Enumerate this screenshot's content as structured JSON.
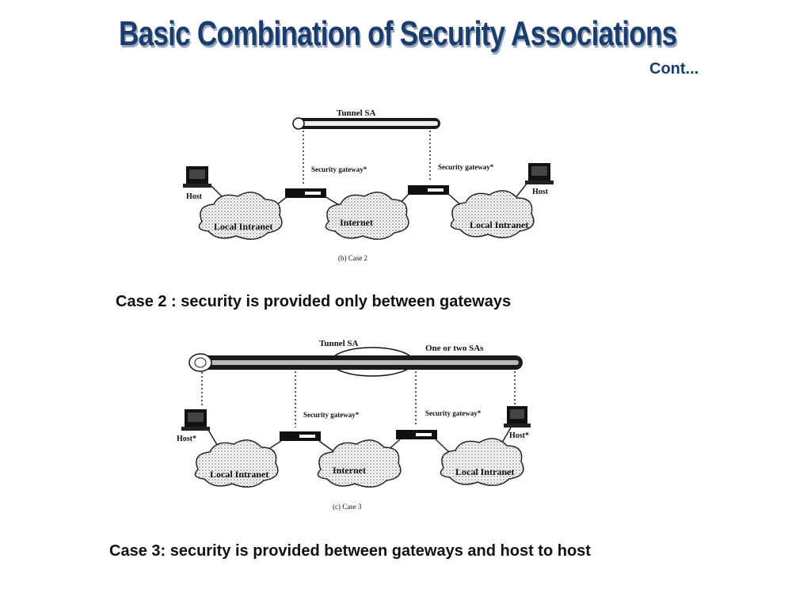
{
  "title": "Basic Combination of Security Associations",
  "title_suffix": "Cont...",
  "case2": {
    "caption": "Case 2 : security is provided only between gateways",
    "tunnel_label": "Tunnel SA",
    "left_host": "Host",
    "right_host": "Host",
    "left_gateway": "Security gateway*",
    "right_gateway": "Security gateway*",
    "left_cloud": "Local Intranet",
    "center_cloud": "Internet",
    "right_cloud": "Local Intranet",
    "figure_label": "(b) Case 2"
  },
  "case3": {
    "caption": "Case 3: security is provided between gateways and host to host",
    "tunnel_label": "Tunnel SA",
    "inner_label": "One or two SAs",
    "left_host": "Host*",
    "right_host": "Host*",
    "left_gateway": "Security gateway*",
    "right_gateway": "Security gateway*",
    "left_cloud": "Local Intranet",
    "center_cloud": "Internet",
    "right_cloud": "Local Intranet",
    "figure_label": "(c) Case 3"
  },
  "colors": {
    "title": "#1a3d6e",
    "ink": "#111111"
  }
}
